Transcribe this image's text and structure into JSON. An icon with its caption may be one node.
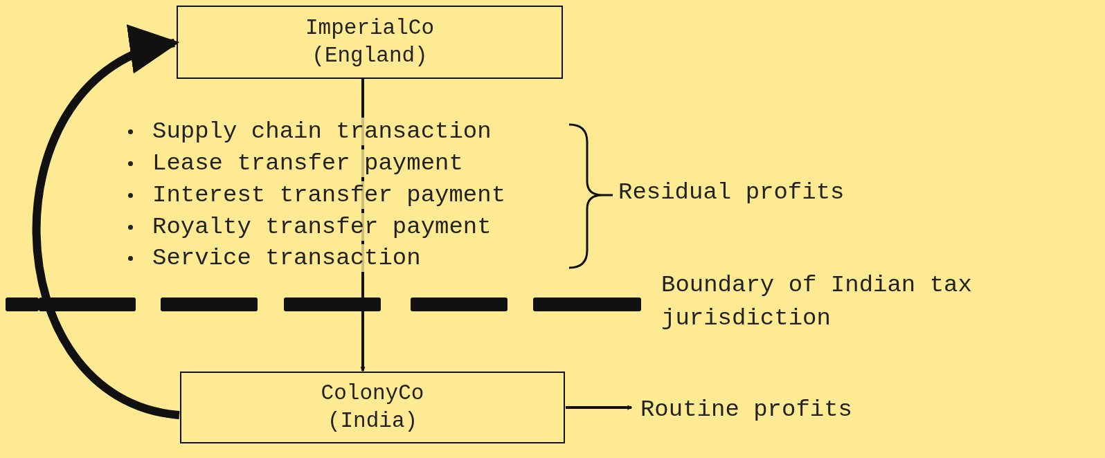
{
  "diagram": {
    "nodes": [
      {
        "text": [
          "ImperialCo (England)"
        ]
      },
      {
        "text": [
          "ColonyCo (India)"
        ]
      },
      {
        "text": [
          "Routine profits"
        ]
      }
    ],
    "edges": [
      {
        "from": 0,
        "to": 1,
        "arrow": "to"
      },
      {
        "from": 1,
        "to": 0,
        "arrow": "to",
        "style": "thick"
      },
      {
        "from": 1,
        "to": 2,
        "arrow": "to"
      }
    ],
    "labels": [
      "Supply chain transaction",
      "Lease transfer payment",
      "Interest transfer payment",
      "Royalty transfer payment",
      "Service transaction",
      "Residual profits",
      "Boundary of Indian tax jurisdiction"
    ]
  }
}
